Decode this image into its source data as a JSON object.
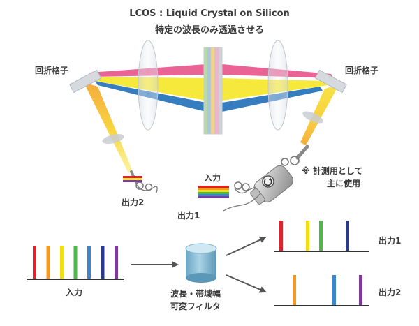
{
  "title": "LCOS : Liquid Crystal on Silicon",
  "subtitle": "特定の波長のみ透過させる",
  "grating_left_label": "回折格子",
  "grating_right_label": "回折格子",
  "input_top_label": "入力",
  "output2_top_label": "出力2",
  "output1_top_label": "出力1",
  "note_line1": "※ 計測用として",
  "note_line2": "主に使用",
  "input_bottom_label": "入力",
  "filter_label_line1": "波長・帯域幅",
  "filter_label_line2": "可変フィルタ",
  "output1_bottom_label": "出力1",
  "output2_bottom_label": "出力2",
  "colors": {
    "red": "#e0202a",
    "orange": "#f59a1c",
    "yellow": "#f2de14",
    "green": "#4bb848",
    "blue": "#3d86cc",
    "indigo": "#2a3b8f",
    "violet": "#7b3b98",
    "pink": "#e8528a",
    "beam_yellow": "#f6e832",
    "beam_blue": "#1f6fb8"
  },
  "spectrum_input": [
    "red",
    "orange",
    "yellow",
    "green",
    "blue",
    "indigo",
    "violet"
  ],
  "spectrum_output1": [
    "red",
    "yellow",
    "green",
    "indigo"
  ],
  "spectrum_output2": [
    "orange",
    "blue",
    "violet"
  ]
}
